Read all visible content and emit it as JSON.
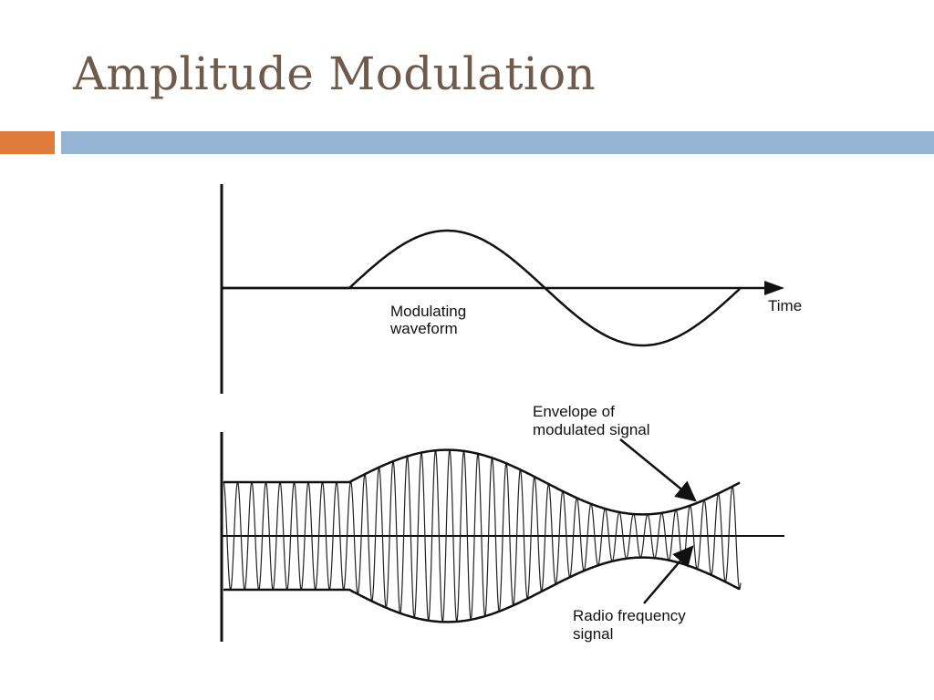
{
  "slide": {
    "title": "Amplitude Modulation"
  },
  "colors": {
    "title_text": "#6f5b4b",
    "accent_bar_left": "#e07b3c",
    "accent_bar_right": "#93b5d3",
    "diagram_ink": "#111111"
  },
  "diagram": {
    "top_panel": {
      "axis_label": "Time",
      "waveform_label_line1": "Modulating",
      "waveform_label_line2": "waveform"
    },
    "bottom_panel": {
      "envelope_label_line1": "Envelope of",
      "envelope_label_line2": "modulated signal",
      "rf_label_line1": "Radio frequency",
      "rf_label_line2": "signal"
    }
  }
}
